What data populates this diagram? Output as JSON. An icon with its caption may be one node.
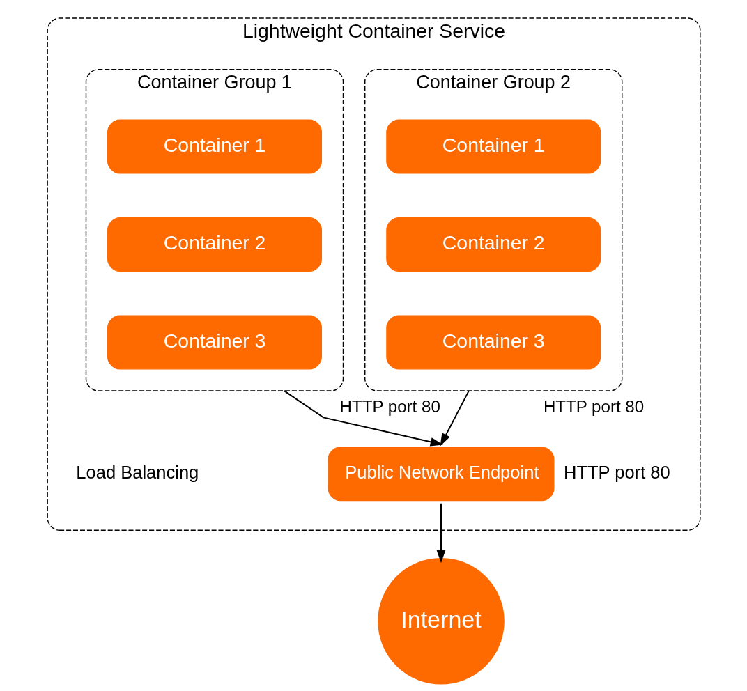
{
  "diagram": {
    "nodes": [
      {
        "text": [
          "Lightweight Container Service"
        ]
      },
      {
        "text": [
          "Container Group 1"
        ],
        "in": 0
      },
      {
        "text": [
          "Container 1"
        ],
        "in": 1
      },
      {
        "text": [
          "Container 2"
        ],
        "in": 1
      },
      {
        "text": [
          "Container 3"
        ],
        "in": 1
      },
      {
        "text": [
          "Container Group 2"
        ],
        "in": 0
      },
      {
        "text": [
          "Container 1"
        ],
        "in": 5
      },
      {
        "text": [
          "Container 2"
        ],
        "in": 5
      },
      {
        "text": [
          "Container 3"
        ],
        "in": 5
      },
      {
        "text": [
          "Public Network Endpoint"
        ],
        "in": 0,
        "beside": [
          "HTTP port 80"
        ]
      },
      {
        "text": [
          "Internet"
        ]
      }
    ],
    "edges": [
      {
        "from": 1,
        "to": 9,
        "arrow": "to",
        "label": "HTTP port 80"
      },
      {
        "from": 5,
        "to": 9,
        "arrow": "to",
        "label": "HTTP port 80"
      },
      {
        "from": 9,
        "to": 10,
        "arrow": "to"
      }
    ],
    "labels": [
      "Load Balancing"
    ]
  }
}
